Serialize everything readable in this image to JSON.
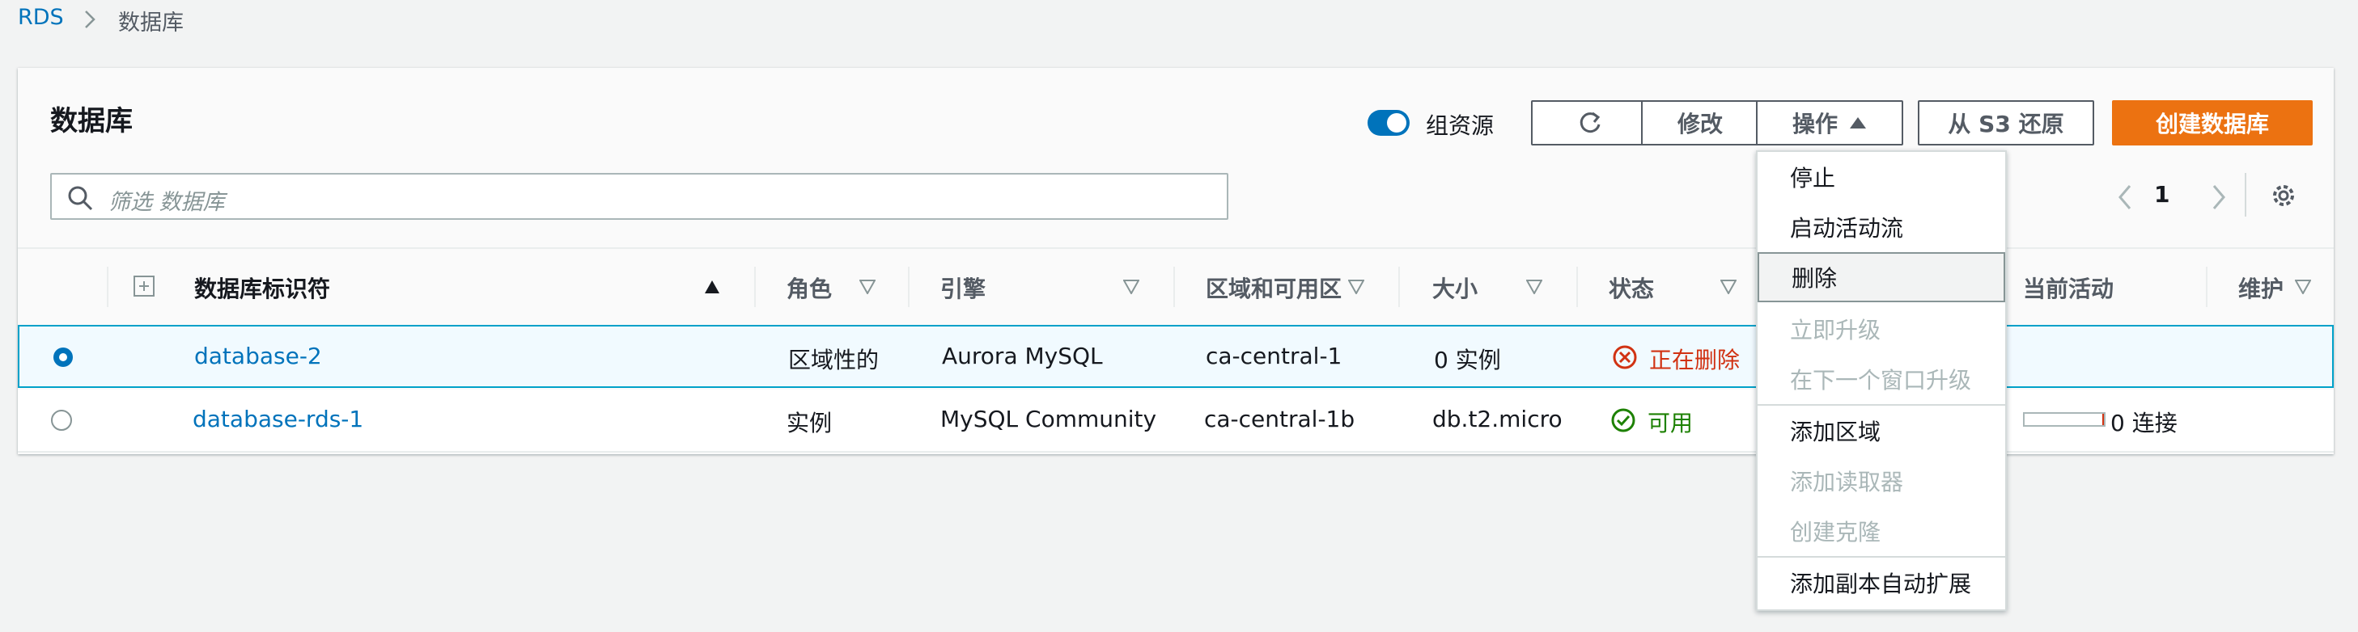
{
  "breadcrumb": {
    "root": "RDS",
    "current": "数据库"
  },
  "panel": {
    "title": "数据库",
    "group_resources_label": "组资源",
    "buttons": {
      "modify": "修改",
      "actions": "操作",
      "restore_s3": "从 S3 还原",
      "create": "创建数据库"
    },
    "search_placeholder": "筛选 数据库",
    "page": "1"
  },
  "table": {
    "columns": {
      "identifier": "数据库标识符",
      "role": "角色",
      "engine": "引擎",
      "region": "区域和可用区",
      "size": "大小",
      "status": "状态",
      "activity": "当前活动",
      "maintenance": "维护"
    },
    "rows": [
      {
        "identifier": "database-2",
        "role": "区域性的",
        "engine": "Aurora MySQL",
        "region": "ca-central-1",
        "size": "0 实例",
        "status": "正在删除"
      },
      {
        "identifier": "database-rds-1",
        "role": "实例",
        "engine": "MySQL Community",
        "region": "ca-central-1b",
        "size": "db.t2.micro",
        "status": "可用",
        "activity": "0 连接"
      }
    ]
  },
  "dropdown": {
    "items": [
      {
        "label": "停止"
      },
      {
        "label": "启动活动流"
      },
      {
        "label": "删除"
      },
      {
        "label": "立即升级"
      },
      {
        "label": "在下一个窗口升级"
      },
      {
        "label": "添加区域"
      },
      {
        "label": "添加读取器"
      },
      {
        "label": "创建克隆"
      },
      {
        "label": "添加副本自动扩展"
      }
    ]
  },
  "colors": {
    "link": "#0073bb",
    "primary_button": "#ec7211",
    "status_deleting": "#d13212",
    "status_available": "#1d8102"
  }
}
